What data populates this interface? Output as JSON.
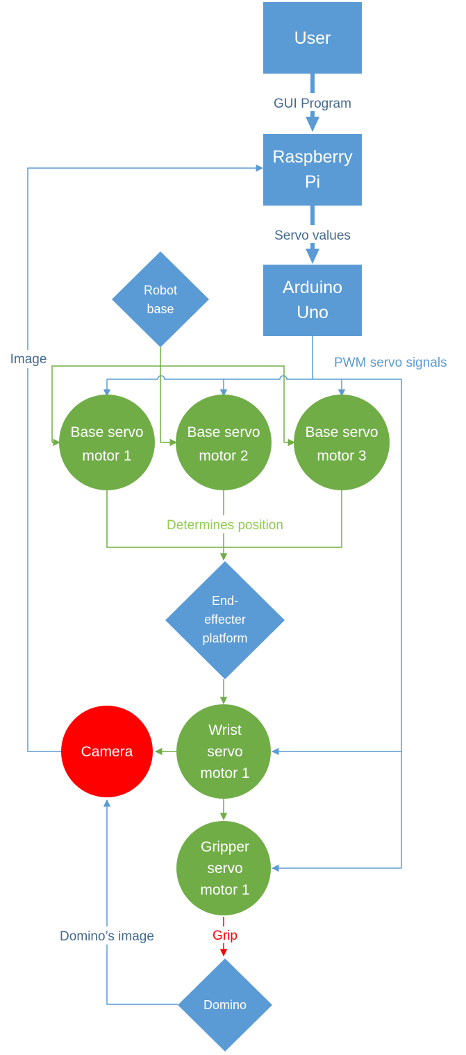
{
  "colors": {
    "blue": "#5b9bd5",
    "green": "#70ad47",
    "red": "#ff0000",
    "white": "#ffffff",
    "edge_label_dark": "#44698f",
    "edge_label_green": "#8fcc4e",
    "edge_label_red": "#ff0000"
  },
  "nodes": {
    "user": {
      "line1": "User"
    },
    "raspberry_pi": {
      "line1": "Raspberry",
      "line2": "Pi"
    },
    "arduino_uno": {
      "line1": "Arduino",
      "line2": "Uno"
    },
    "robot_base": {
      "line1": "Robot",
      "line2": "base"
    },
    "base_servo_1": {
      "line1": "Base servo",
      "line2": "motor 1"
    },
    "base_servo_2": {
      "line1": "Base servo",
      "line2": "motor 2"
    },
    "base_servo_3": {
      "line1": "Base servo",
      "line2": "motor 3"
    },
    "end_effecter": {
      "line1": "End-",
      "line2": "effecter",
      "line3": "platform"
    },
    "wrist_servo": {
      "line1": "Wrist",
      "line2": "servo",
      "line3": "motor 1"
    },
    "camera": {
      "line1": "Camera"
    },
    "gripper_servo": {
      "line1": "Gripper",
      "line2": "servo",
      "line3": "motor 1"
    },
    "domino": {
      "line1": "Domino"
    }
  },
  "edge_labels": {
    "gui_program": "GUI Program",
    "servo_values": "Servo values",
    "pwm_servo_signals": "PWM servo signals",
    "image": "Image",
    "determines_position": "Determines position",
    "grip": "Grip",
    "dominos_image": "Domino’s image"
  }
}
